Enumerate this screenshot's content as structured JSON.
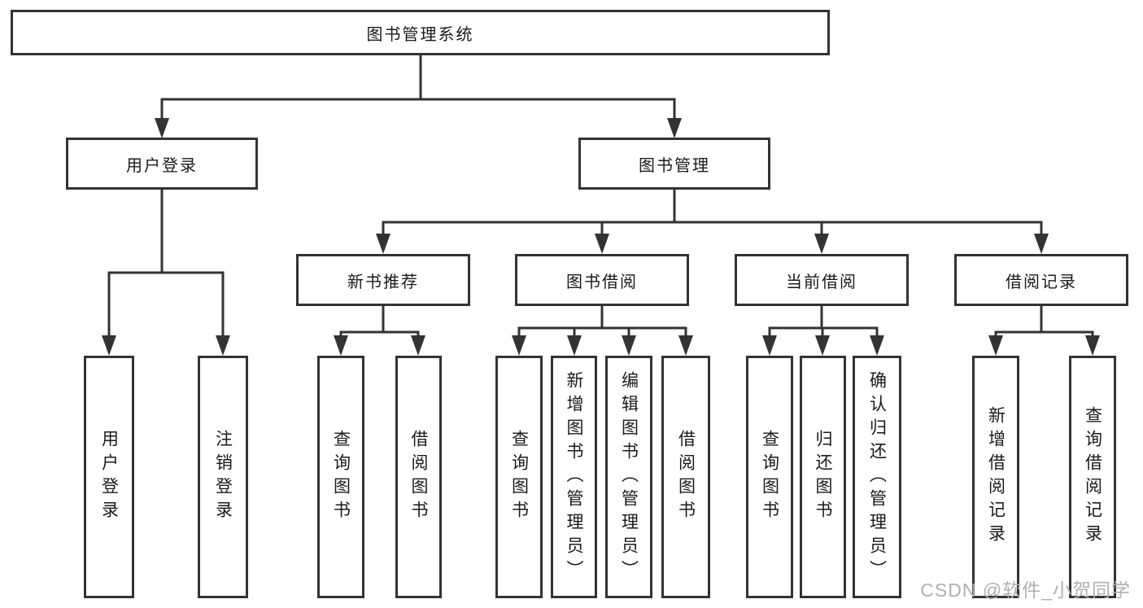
{
  "diagram": {
    "root": {
      "label": "图书管理系统"
    },
    "branches": [
      {
        "label": "用户登录",
        "children": [
          {
            "label": "用户登录"
          },
          {
            "label": "注销登录"
          }
        ]
      },
      {
        "label": "图书管理",
        "children": [
          {
            "label": "新书推荐",
            "children": [
              {
                "label": "查询图书"
              },
              {
                "label": "借阅图书"
              }
            ]
          },
          {
            "label": "图书借阅",
            "children": [
              {
                "label": "查询图书"
              },
              {
                "label": "新增图书（管理员）"
              },
              {
                "label": "编辑图书（管理员）"
              },
              {
                "label": "借阅图书"
              }
            ]
          },
          {
            "label": "当前借阅",
            "children": [
              {
                "label": "查询图书"
              },
              {
                "label": "归还图书"
              },
              {
                "label": "确认归还（管理员）"
              }
            ]
          },
          {
            "label": "借阅记录",
            "children": [
              {
                "label": "新增借阅记录"
              },
              {
                "label": "查询借阅记录"
              }
            ]
          }
        ]
      }
    ]
  },
  "watermark": {
    "text": "CSDN @软件_小贺同学"
  },
  "colors": {
    "line": "#333333",
    "text": "#1a1a1a",
    "box_fill": "#ffffff",
    "background": "#ffffff",
    "watermark": "#b0b0b0"
  }
}
